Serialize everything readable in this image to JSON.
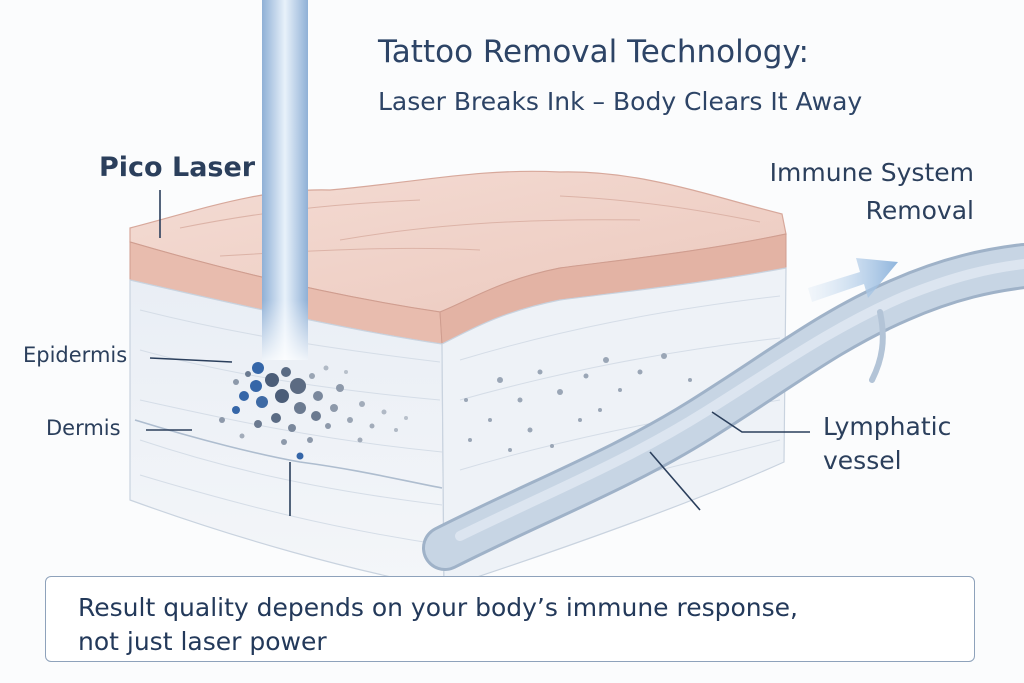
{
  "title": "Tattoo Removal Technology:",
  "subtitle": "Laser Breaks Ink – Body Clears It Away",
  "labels": {
    "laser": "Pico Laser",
    "immune_line1": "Immune System",
    "immune_line2": "Removal",
    "epidermis": "Epidermis",
    "dermis": "Dermis",
    "lymph_line1": "Lymphatic",
    "lymph_line2": "vessel"
  },
  "note": {
    "line1": "Result quality depends on your body’s immune response,",
    "line2": "not just laser power"
  },
  "colors": {
    "skin_top": "#efd3cb",
    "skin_layer": "#e6b8ab",
    "dermis": "#edf1f6",
    "laser_beam": "#a9c4e0",
    "ink_dark": "#4a5a72",
    "ink_blue": "#3566a8",
    "vessel": "#b9c9dc",
    "arrow": "#9fbfe0"
  }
}
